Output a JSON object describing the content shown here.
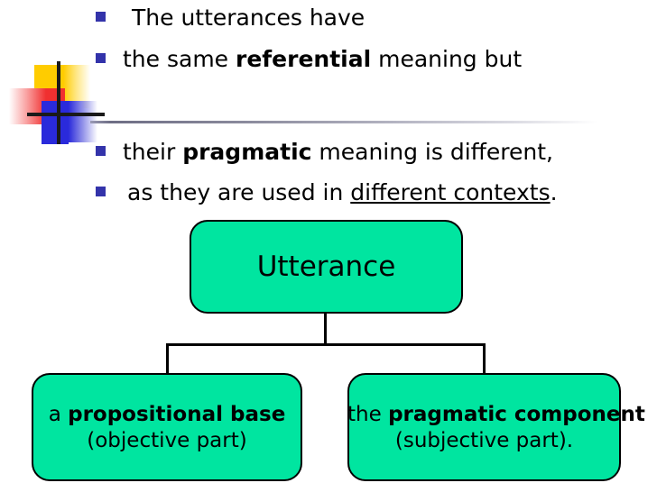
{
  "slide": {
    "bullets": [
      {
        "id": "line1",
        "segments": [
          {
            "text": "The utterances have",
            "style": "normal"
          }
        ]
      },
      {
        "id": "line2",
        "segments": [
          {
            "text": "the same ",
            "style": "normal"
          },
          {
            "text": "referential",
            "style": "bold"
          },
          {
            "text": " meaning but",
            "style": "normal"
          }
        ]
      },
      {
        "id": "line3",
        "segments": [
          {
            "text": "their ",
            "style": "normal"
          },
          {
            "text": "pragmatic",
            "style": "bold"
          },
          {
            "text": " meaning is different,",
            "style": "normal"
          }
        ]
      },
      {
        "id": "line4",
        "segments": [
          {
            "text": " as they are used in ",
            "style": "normal"
          },
          {
            "text": "different contexts",
            "style": "underline"
          },
          {
            "text": ".",
            "style": "normal"
          }
        ]
      }
    ],
    "bullet_texts": {
      "line1": "The utterances have",
      "line2": "the same referential meaning but",
      "line3": "their pragmatic meaning is different,",
      "line4": " as they are used in different contexts."
    },
    "chart": {
      "root": {
        "label": "Utterance"
      },
      "children": [
        {
          "name": "propositional-base",
          "line1_prefix": "a ",
          "line1_bold": "propositional base",
          "line2": "(objective part)"
        },
        {
          "name": "pragmatic-component",
          "line1_prefix": "the ",
          "line1_bold": "pragmatic component",
          "line2": "(subjective part)."
        }
      ]
    },
    "colors": {
      "node_fill": "#00E5A0",
      "node_border": "#000000",
      "bullet_marker": "#3333AA",
      "text": "#000000",
      "deco_yellow": "#FFCC00",
      "deco_red": "#F03030",
      "deco_blue": "#2A2ADB",
      "divider": "#6e6e85"
    }
  }
}
